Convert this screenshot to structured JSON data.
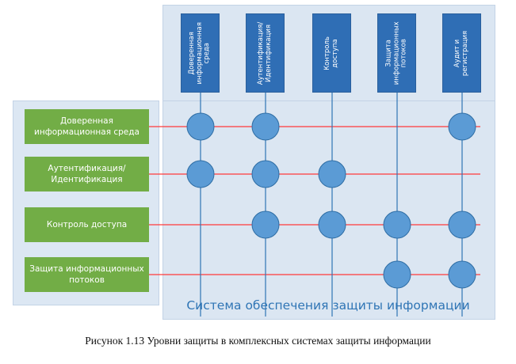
{
  "columns": [
    {
      "label": "Доверенная\nинформационная\nсреда",
      "symbols": [
        true,
        true,
        false,
        false
      ]
    },
    {
      "label": "Аутентификация/\nИдентификация",
      "symbols": [
        true,
        true,
        true,
        false
      ]
    },
    {
      "label": "Контроль доступа",
      "symbols": [
        false,
        true,
        true,
        false
      ]
    },
    {
      "label": "Защита\nинформационных\nпотоков",
      "symbols": [
        false,
        false,
        true,
        true
      ]
    },
    {
      "label": "Аудит и\nрегистрация",
      "symbols": [
        true,
        false,
        true,
        true
      ]
    }
  ],
  "rows": [
    {
      "label": "Доверенная информационная среда"
    },
    {
      "label": "Аутентификация/ Идентификация"
    },
    {
      "label": "Контроль доступа"
    },
    {
      "label": "Защита информационных потоков"
    }
  ],
  "panel_caption": "Система обеспечения защиты информации",
  "figure_caption": "Рисунок 1.13 Уровни защиты в комплексных системах защиты информации",
  "colors": {
    "column_box": "#2f6eb5",
    "row_box": "#72ad46",
    "row_line": "#ff3b3b",
    "column_line": "#2f75b5",
    "circle_fill": "#5b9bd5",
    "circle_stroke": "#2e6da4",
    "panel": "#dbe6f2"
  }
}
